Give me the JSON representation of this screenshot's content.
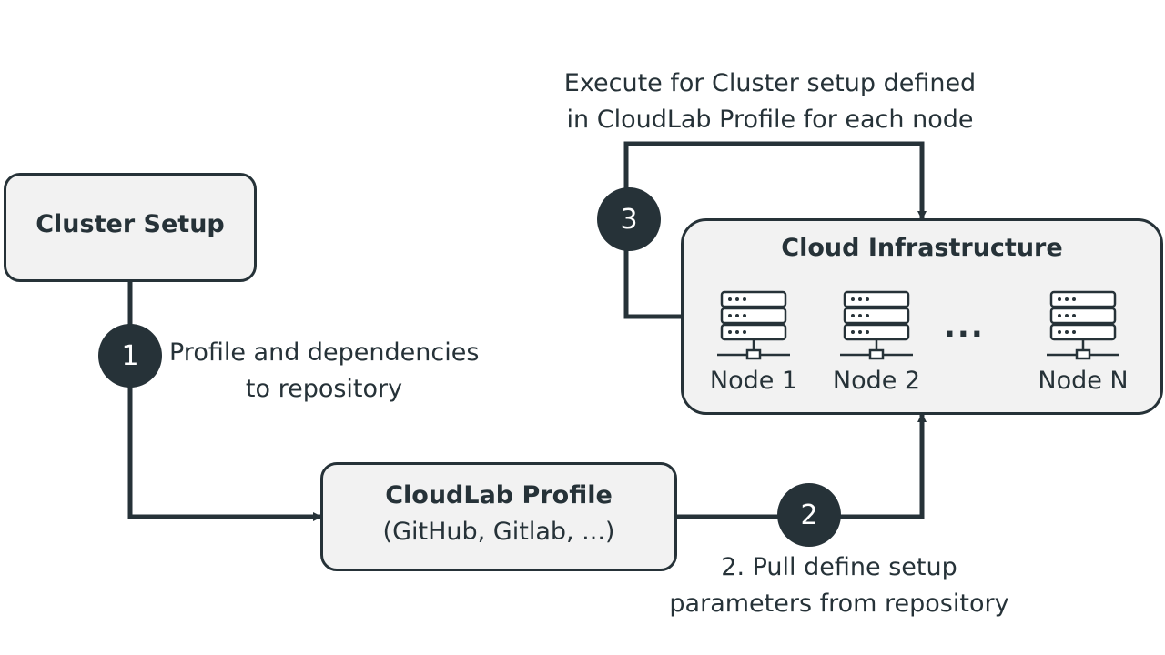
{
  "boxes": {
    "cluster_setup": {
      "title": "Cluster Setup"
    },
    "cloudlab_profile": {
      "title": "CloudLab Profile",
      "subtitle": "(GitHub, Gitlab, ...)"
    },
    "cloud_infrastructure": {
      "title": "Cloud Infrastructure"
    }
  },
  "steps": [
    {
      "number": "1",
      "label_lines": [
        "Profile and dependencies",
        "to repository"
      ]
    },
    {
      "number": "2",
      "label_lines": [
        "2. Pull define setup",
        "parameters from repository"
      ]
    },
    {
      "number": "3",
      "label_lines": [
        "Execute for Cluster setup defined",
        "in CloudLab Profile for each node"
      ]
    }
  ],
  "nodes": [
    {
      "label": "Node 1",
      "icon": "server-icon"
    },
    {
      "label": "Node 2",
      "icon": "server-icon"
    },
    {
      "label": "Node N",
      "icon": "server-icon"
    }
  ],
  "ellipsis": "...",
  "colors": {
    "dark": "#263238",
    "box_fill": "#f2f2f2",
    "background": "#ffffff"
  }
}
